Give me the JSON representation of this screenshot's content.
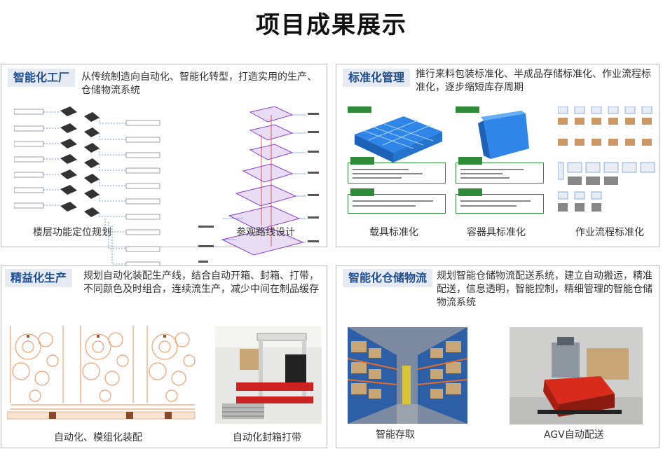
{
  "page_title": "项目成果展示",
  "panels": {
    "smart_factory": {
      "tag": "智能化工厂",
      "desc": "从传统制造向自动化、智能化转型，打造实用的生产、仓储物流系统",
      "captions": [
        "楼层功能定位规划",
        "参观路线设计"
      ]
    },
    "standardization": {
      "tag": "标准化管理",
      "desc": "推行来料包装标准化、半成品存储标准化、作业流程标准化，逐步缩短库存周期",
      "captions": [
        "载具标准化",
        "容器具标准化",
        "作业流程标准化"
      ]
    },
    "lean_production": {
      "tag": "精益化生产",
      "desc": "规划自动化装配生产线，结合自动开箱、封箱、打带，不同颜色及时组合，连续流生产，减少中间在制品缓存",
      "captions": [
        "自动化、模组化装配",
        "自动化封箱打带"
      ]
    },
    "smart_warehouse": {
      "tag": "智能化仓储物流",
      "desc": "规划智能仓储物流配送系统，建立自动搬运，精准配送，信息透明，智能控制，精细管理的智能仓储物流系统",
      "captions": [
        "智能存取",
        "AGV自动配送"
      ]
    }
  },
  "colors": {
    "tag_bg": "#e6eaf2",
    "tag_text": "#1f4e8f",
    "doc_green": "#2e8b3a",
    "route_purple": "#8a3fd1",
    "line_orange": "#f0a070",
    "pallet_blue": "#2f86e8"
  }
}
